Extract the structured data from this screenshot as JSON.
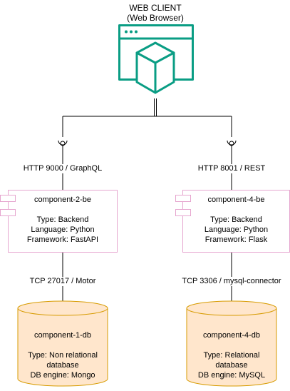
{
  "client": {
    "title": "WEB CLIENT",
    "subtitle": "(Web Browser)",
    "icon": "web-browser-cube-icon",
    "icon_color": "#0a9d84"
  },
  "edges": {
    "left_interface": "HTTP 9000 / GraphQL",
    "right_interface": "HTTP 8001 / REST",
    "left_db": "TCP 27017 / Motor",
    "right_db": "TCP 3306 / mysql-connector"
  },
  "components": {
    "left": {
      "name": "component-2-be",
      "type": "Type: Backend",
      "language": "Language: Python",
      "framework": "Framework: FastAPI"
    },
    "right": {
      "name": "component-4-be",
      "type": "Type: Backend",
      "language": "Language: Python",
      "framework": "Framework: Flask"
    }
  },
  "databases": {
    "left": {
      "name": "component-1-db",
      "type_line1": "Type: Non relational",
      "type_line2": "database",
      "engine": "DB engine: Mongo"
    },
    "right": {
      "name": "component-4-db",
      "type_line1": "Type: Relational",
      "type_line2": "database",
      "engine": "DB engine: MySQL"
    }
  },
  "colors": {
    "component_border": "#e6a6cf",
    "database_border": "#d79b00",
    "database_fill": "#ffe6cc",
    "line": "#000000"
  }
}
